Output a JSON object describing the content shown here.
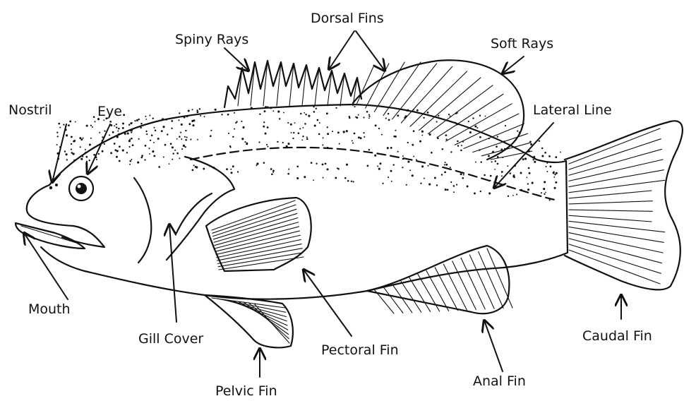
{
  "labels": {
    "dorsal_fins": "Dorsal Fins",
    "spiny_rays": "Spiny Rays",
    "soft_rays": "Soft Rays",
    "nostril": "Nostril",
    "eye": "Eye",
    "lateral_line": "Lateral Line",
    "mouth": "Mouth",
    "gill_cover": "Gill Cover",
    "pectoral_fin": "Pectoral Fin",
    "pelvic_fin": "Pelvic Fin",
    "anal_fin": "Anal Fin",
    "caudal_fin": "Caudal Fin"
  }
}
